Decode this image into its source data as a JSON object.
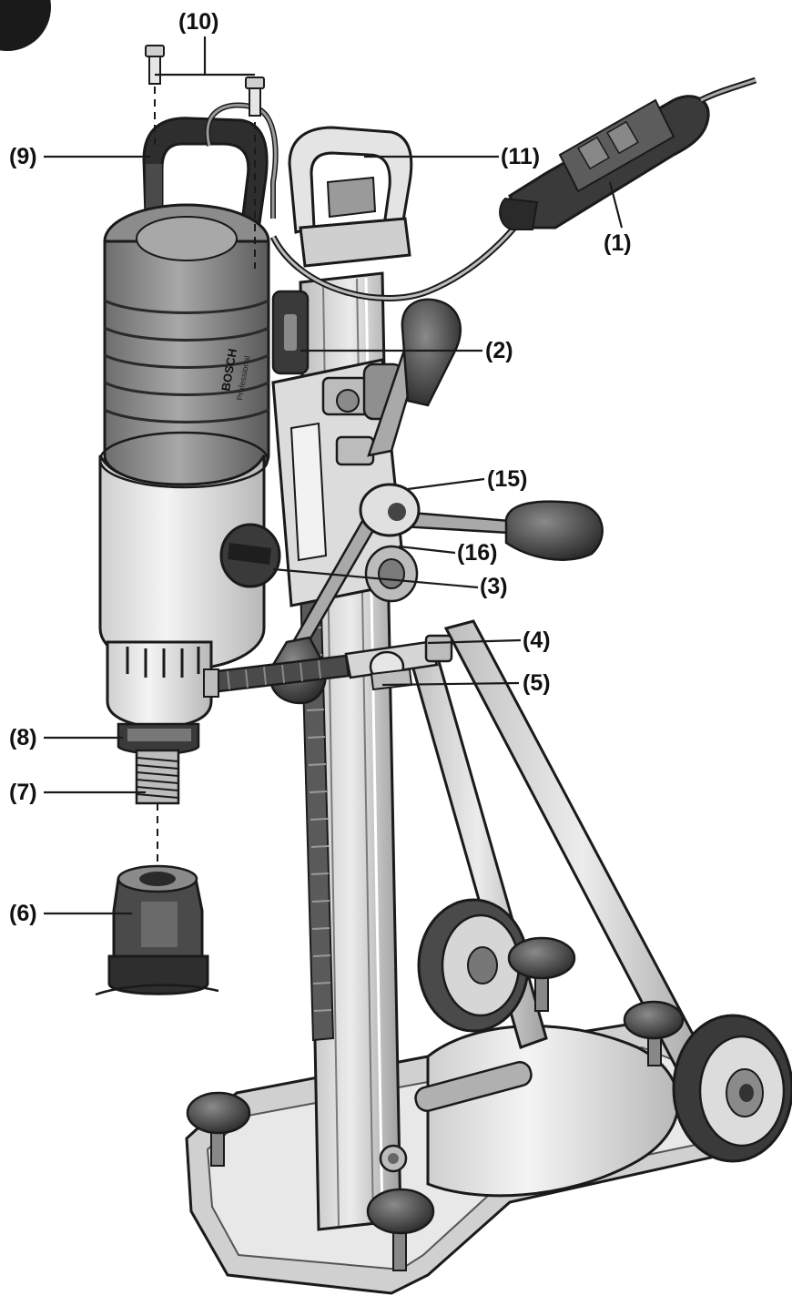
{
  "figure": {
    "corner_badge": "",
    "labels": {
      "l1": "(1)",
      "l2": "(2)",
      "l3": "(3)",
      "l4": "(4)",
      "l5": "(5)",
      "l6": "(6)",
      "l7": "(7)",
      "l8": "(8)",
      "l9": "(9)",
      "l10": "(10)",
      "l11": "(11)",
      "l15": "(15)",
      "l16": "(16)"
    },
    "motor_brand_text": "BOSCH",
    "motor_sub_text": "Professional"
  },
  "colors": {
    "ink": "#1a1a1a",
    "light_gray": "#d9d9d9",
    "mid_gray": "#a6a6a6",
    "dark_gray": "#5a5a5a",
    "shadow": "#3a3a3a",
    "paper": "#ffffff"
  }
}
